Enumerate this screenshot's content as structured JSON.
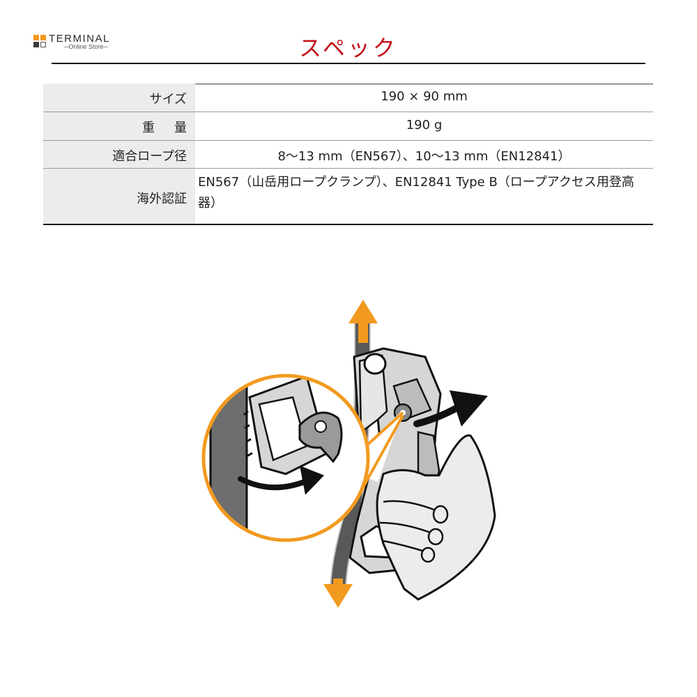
{
  "logo": {
    "name": "TERMINAL",
    "tagline": "─Online Store─"
  },
  "page": {
    "title": "スペック"
  },
  "spec": {
    "rows": [
      {
        "label": "サイズ",
        "value": "190 × 90 mm"
      },
      {
        "label": "重量",
        "value": "190 g"
      },
      {
        "label": "適合ロープ径",
        "value": "8～13 mm（EN567）、10～13 mm（EN12841）"
      },
      {
        "label": "海外認証",
        "value": "EN567（山岳用ロープクランプ）、EN12841 Type B（ロープアクセス用登高器）"
      }
    ]
  },
  "colors": {
    "accent_orange": "#f29a1f",
    "title_red": "#c2121a",
    "label_bg": "#ececec"
  },
  "illustration": {
    "icons": [
      "rope-clamp-device-illustration",
      "up-arrow-icon",
      "down-arrow-icon",
      "rotation-arrow-icon",
      "magnifier-callout-icon"
    ]
  }
}
